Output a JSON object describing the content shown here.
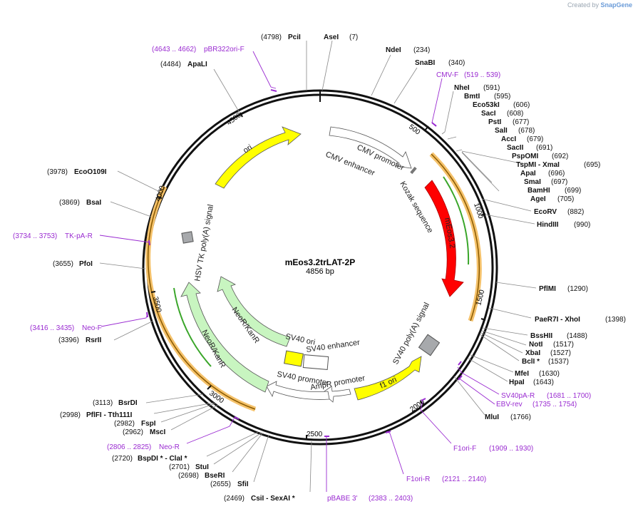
{
  "watermark": {
    "prefix": "Created by",
    "brand": "SnapGene"
  },
  "plasmid": {
    "name": "mEos3.2trLAT-2P",
    "size": "4856 bp",
    "length": 4856
  },
  "ticks": [
    "500",
    "1000",
    "1500",
    "2000",
    "2500",
    "3000",
    "3500",
    "4000",
    "4500"
  ],
  "sites": [
    {
      "id": "psci",
      "name": "PciI",
      "pos": "(4798)",
      "bp": 4798
    },
    {
      "id": "asei",
      "name": "AseI",
      "pos": "(7)",
      "bp": 7
    },
    {
      "id": "ndei",
      "name": "NdeI",
      "pos": "(234)",
      "bp": 234
    },
    {
      "id": "snabi",
      "name": "SnaBI",
      "pos": "(340)",
      "bp": 340
    },
    {
      "id": "nhei",
      "name": "NheI",
      "pos": "(591)",
      "bp": 591
    },
    {
      "id": "bmti",
      "name": "BmtI",
      "pos": "(595)",
      "bp": 595
    },
    {
      "id": "eco53ki",
      "name": "Eco53kI",
      "pos": "(606)",
      "bp": 606
    },
    {
      "id": "saci",
      "name": "SacI",
      "pos": "(608)",
      "bp": 608
    },
    {
      "id": "psti",
      "name": "PstI",
      "pos": "(677)",
      "bp": 677
    },
    {
      "id": "sali",
      "name": "SalI",
      "pos": "(678)",
      "bp": 678
    },
    {
      "id": "acci",
      "name": "AccI",
      "pos": "(679)",
      "bp": 679
    },
    {
      "id": "sacii",
      "name": "SacII",
      "pos": "(691)",
      "bp": 691
    },
    {
      "id": "pspomi",
      "name": "PspOMI",
      "pos": "(692)",
      "bp": 692
    },
    {
      "id": "tspmi",
      "name": "TspMI  - XmaI",
      "pos": "(695)",
      "bp": 695
    },
    {
      "id": "apai",
      "name": "ApaI",
      "pos": "(696)",
      "bp": 696
    },
    {
      "id": "smai",
      "name": "SmaI",
      "pos": "(697)",
      "bp": 697
    },
    {
      "id": "bamhi",
      "name": "BamHI",
      "pos": "(699)",
      "bp": 699
    },
    {
      "id": "agei",
      "name": "AgeI",
      "pos": "(705)",
      "bp": 705
    },
    {
      "id": "ecorv",
      "name": "EcoRV",
      "pos": "(882)",
      "bp": 882
    },
    {
      "id": "hindiii",
      "name": "HindIII",
      "pos": "(990)",
      "bp": 990
    },
    {
      "id": "pflmi",
      "name": "PflMI",
      "pos": "(1290)",
      "bp": 1290
    },
    {
      "id": "paer7i",
      "name": "PaeR7I  - XhoI",
      "pos": "(1398)",
      "bp": 1398
    },
    {
      "id": "bsshii",
      "name": "BssHII",
      "pos": "(1488)",
      "bp": 1488
    },
    {
      "id": "noti",
      "name": "NotI",
      "pos": "(1517)",
      "bp": 1517
    },
    {
      "id": "xbai",
      "name": "XbaI",
      "pos": "(1527)",
      "bp": 1527
    },
    {
      "id": "bcli",
      "name": "BclI *",
      "pos": "(1537)",
      "bp": 1537
    },
    {
      "id": "mfei",
      "name": "MfeI",
      "pos": "(1630)",
      "bp": 1630
    },
    {
      "id": "hpai",
      "name": "HpaI",
      "pos": "(1643)",
      "bp": 1643
    },
    {
      "id": "mlui",
      "name": "MluI",
      "pos": "(1766)",
      "bp": 1766
    },
    {
      "id": "csii",
      "name": "CsiI  - SexAI *",
      "pos": "(2469)",
      "bp": 2469
    },
    {
      "id": "sfii",
      "name": "SfiI",
      "pos": "(2655)",
      "bp": 2655
    },
    {
      "id": "bseri",
      "name": "BseRI",
      "pos": "(2698)",
      "bp": 2698
    },
    {
      "id": "stui",
      "name": "StuI",
      "pos": "(2701)",
      "bp": 2701
    },
    {
      "id": "bspdi",
      "name": "BspDI *  - ClaI *",
      "pos": "(2720)",
      "bp": 2720
    },
    {
      "id": "msci",
      "name": "MscI",
      "pos": "(2962)",
      "bp": 2962
    },
    {
      "id": "fspi",
      "name": "FspI",
      "pos": "(2982)",
      "bp": 2982
    },
    {
      "id": "pfifi",
      "name": "PflFI  - Tth111I",
      "pos": "(2998)",
      "bp": 2998
    },
    {
      "id": "bsrdi",
      "name": "BsrDI",
      "pos": "(3113)",
      "bp": 3113
    },
    {
      "id": "rsrii",
      "name": "RsrII",
      "pos": "(3396)",
      "bp": 3396
    },
    {
      "id": "pfoi",
      "name": "PfoI",
      "pos": "(3655)",
      "bp": 3655
    },
    {
      "id": "bsai",
      "name": "BsaI",
      "pos": "(3869)",
      "bp": 3869
    },
    {
      "id": "eco0109i",
      "name": "EcoO109I",
      "pos": "(3978)",
      "bp": 3978
    },
    {
      "id": "apali",
      "name": "ApaLI",
      "pos": "(4484)",
      "bp": 4484
    }
  ],
  "primers": [
    {
      "id": "pbr322ori",
      "name": "pBR322ori-F",
      "range": "(4643 .. 4662)",
      "bp": 4652
    },
    {
      "id": "cmvf",
      "name": "CMV-F",
      "range": "(519 .. 539)",
      "bp": 529
    },
    {
      "id": "sv40pa",
      "name": "SV40pA-R",
      "range": "(1681 .. 1700)",
      "bp": 1690
    },
    {
      "id": "ebvrev",
      "name": "EBV-rev",
      "range": "(1735 .. 1754)",
      "bp": 1744
    },
    {
      "id": "f1orif",
      "name": "F1ori-F",
      "range": "(1909 .. 1930)",
      "bp": 1919
    },
    {
      "id": "f1orir",
      "name": "F1ori-R",
      "range": "(2121 .. 2140)",
      "bp": 2130
    },
    {
      "id": "pbabe3",
      "name": "pBABE 3'",
      "range": "(2383 .. 2403)",
      "bp": 2393
    },
    {
      "id": "neor",
      "name": "Neo-R",
      "range": "(2806 .. 2825)",
      "bp": 2815
    },
    {
      "id": "neof",
      "name": "Neo-F",
      "range": "(3416 .. 3435)",
      "bp": 3425
    },
    {
      "id": "tkpar",
      "name": "TK-pA-R",
      "range": "(3734 .. 3753)",
      "bp": 3743
    }
  ],
  "features": [
    {
      "id": "ori",
      "name": "ori"
    },
    {
      "id": "cmvpromoter",
      "name": "CMV promoter"
    },
    {
      "id": "cmvenhancer",
      "name": "CMV enhancer"
    },
    {
      "id": "kozak",
      "name": "Kozak sequence"
    },
    {
      "id": "meos",
      "name": "mEos3.2"
    },
    {
      "id": "sv40pa",
      "name": "SV40 poly(A) signal"
    },
    {
      "id": "f1ori",
      "name": "f1 ori"
    },
    {
      "id": "ampr",
      "name": "AmpR promoter"
    },
    {
      "id": "sv40prom",
      "name": "SV40 promoter"
    },
    {
      "id": "sv40enh",
      "name": "SV40 enhancer"
    },
    {
      "id": "sv40ori",
      "name": "SV40 ori"
    },
    {
      "id": "neor1",
      "name": "NeoR/KanR"
    },
    {
      "id": "neor2",
      "name": "NeoR/KanR"
    },
    {
      "id": "hsvtk",
      "name": "HSV TK poly(A) signal"
    }
  ],
  "colors": {
    "meos": "#ff0000",
    "yellow": "#ffff00",
    "green": "#c8f5c0",
    "orange": "#f5c26b",
    "gray": "#a7a9ac",
    "primer": "#9a2bd1"
  }
}
